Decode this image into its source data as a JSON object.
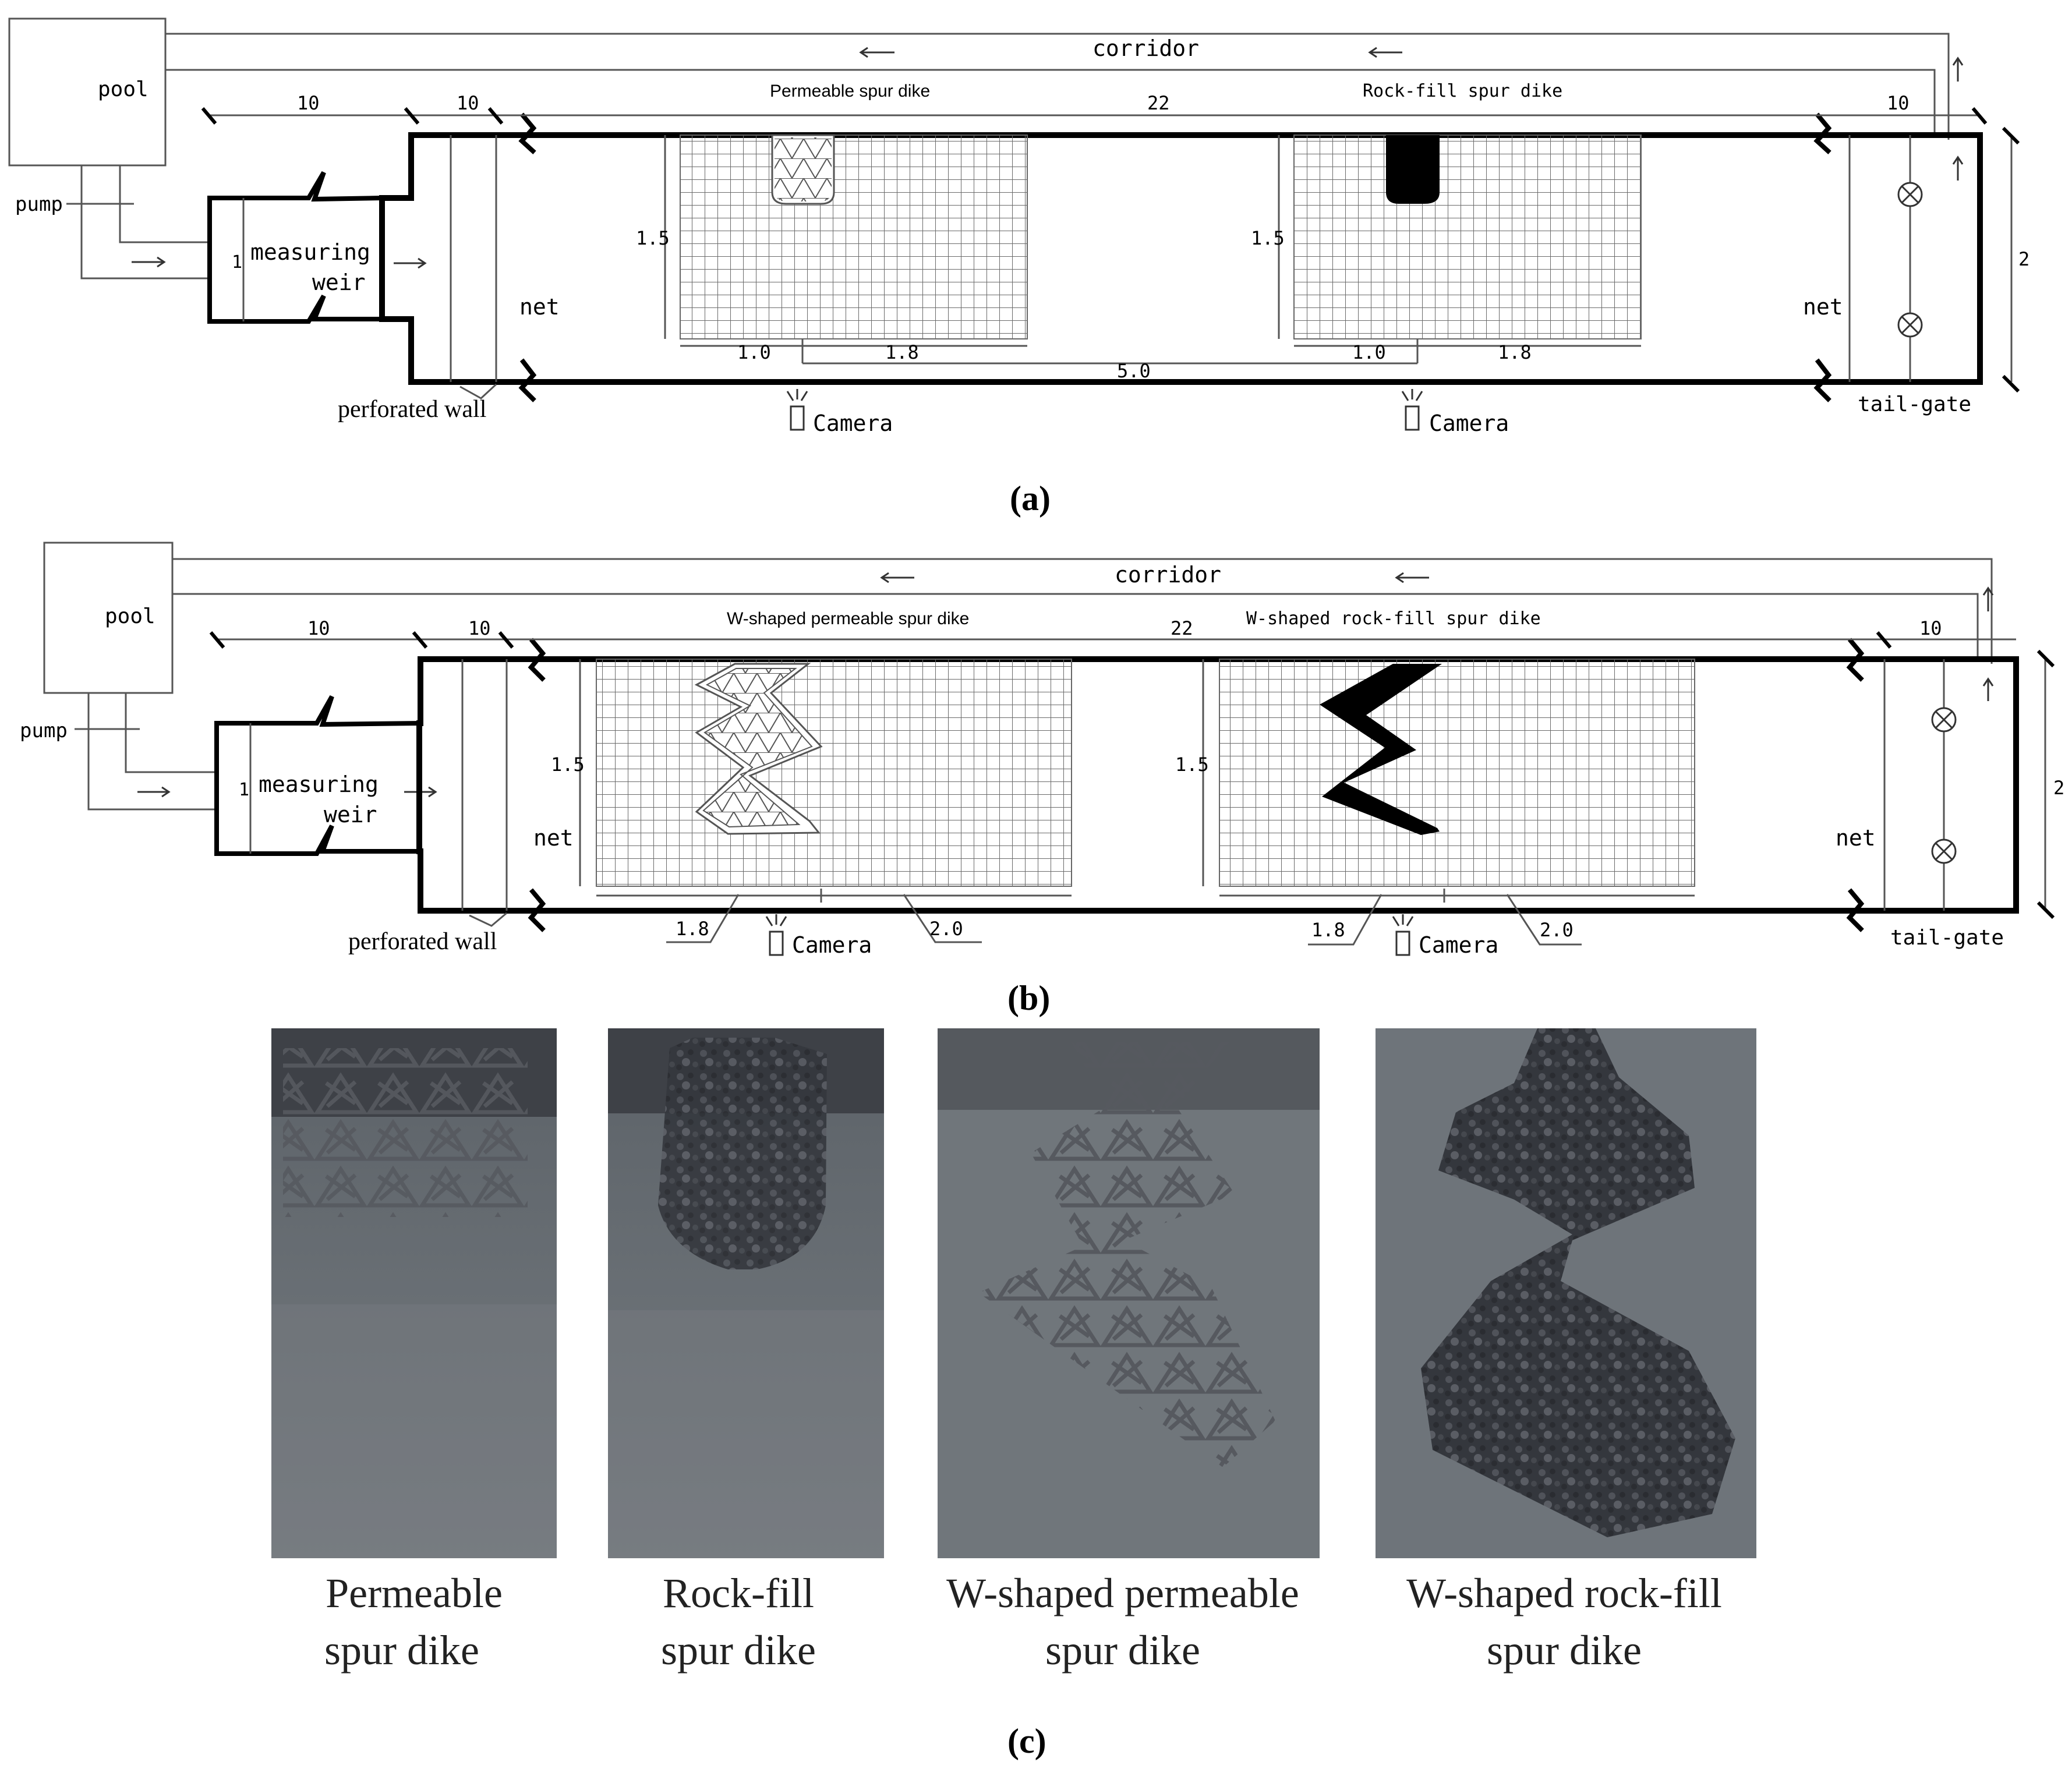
{
  "panel_a": {
    "panel_label": "(a)",
    "pool": "pool",
    "pump": "pump",
    "corridor": "corridor",
    "measuring": "measuring",
    "weir": "weir",
    "weir_width": "1",
    "perforated_wall": "perforated wall",
    "net_left": "net",
    "net_right": "net",
    "tail_gate": "tail-gate",
    "camera_1": "Camera",
    "camera_2": "Camera",
    "dike_1_title": "Permeable spur dike",
    "dike_2_title": "Rock-fill spur dike",
    "dim_top_1": "10",
    "dim_top_2": "10",
    "dim_top_main": "22",
    "dim_top_3": "10",
    "dim_height": "2",
    "grid_1_height": "1.5",
    "grid_2_height": "1.5",
    "grid_1_a": "1.0",
    "grid_1_b": "1.8",
    "grid_2_a": "1.0",
    "grid_2_b": "1.8",
    "spacing": "5.0"
  },
  "panel_b": {
    "panel_label": "(b)",
    "pool": "pool",
    "pump": "pump",
    "corridor": "corridor",
    "measuring": "measuring",
    "weir": "weir",
    "weir_width": "1",
    "perforated_wall": "perforated wall",
    "net_left": "net",
    "net_right": "net",
    "tail_gate": "tail-gate",
    "camera_1": "Camera",
    "camera_2": "Camera",
    "dike_1_title": "W-shaped permeable spur dike",
    "dike_2_title": "W-shaped rock-fill spur dike",
    "dim_top_1": "10",
    "dim_top_2": "10",
    "dim_top_main": "22",
    "dim_top_3": "10",
    "dim_height": "2",
    "grid_1_height": "1.5",
    "grid_2_height": "1.5",
    "grid_1_a": "1.8",
    "grid_1_b": "2.0",
    "grid_2_a": "1.8",
    "grid_2_b": "2.0"
  },
  "panel_c": {
    "panel_label": "(c)",
    "photos": [
      {
        "line1": "Permeable",
        "line2": "spur dike"
      },
      {
        "line1": "Rock-fill",
        "line2": "spur dike"
      },
      {
        "line1": "W-shaped permeable",
        "line2": "spur dike"
      },
      {
        "line1": "W-shaped rock-fill",
        "line2": "spur dike"
      }
    ]
  },
  "colors": {
    "line": "#000000",
    "thin_line": "#555555",
    "grid": "#666666",
    "photo_water": "#6e747c",
    "photo_rock": "#3a3d44",
    "photo_frame": "#404449"
  }
}
